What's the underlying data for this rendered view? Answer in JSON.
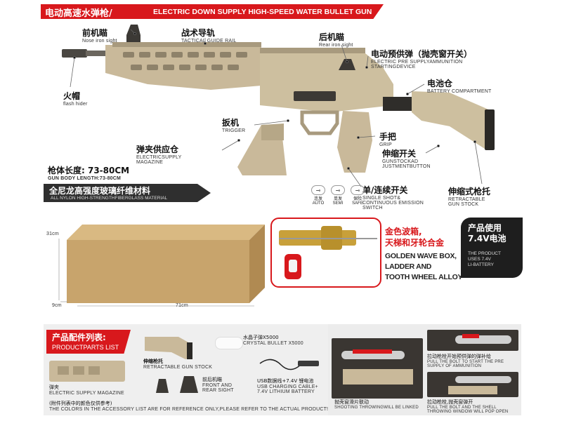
{
  "header": {
    "title_cn": "电动高速水弹枪/",
    "title_en": "ELECTRIC DOWN SUPPLY HIGH-SPEED WATER BULLET GUN"
  },
  "labels": {
    "front_sight": {
      "cn": "前机瞄",
      "en": "Nose iron sight"
    },
    "rail": {
      "cn": "战术导轨",
      "en": "TACTICAL GUIDE RAIL"
    },
    "rear_sight": {
      "cn": "后机瞄",
      "en": "Rear iron sight"
    },
    "pre_supply": {
      "cn": "电动预供弹（抛壳窗开关）",
      "en1": "ELECTRIC PRE SUPPLYAMMUNITION",
      "en2": "STARTINGDEVICE"
    },
    "flash_hider": {
      "cn": "火帽",
      "en": "flash hider"
    },
    "battery_comp": {
      "cn": "电池仓",
      "en": "BATTERY COMPARTMENT"
    },
    "trigger": {
      "cn": "扳机",
      "en": "TRIGGER"
    },
    "grip": {
      "cn": "手把",
      "en": "GRIP"
    },
    "magazine": {
      "cn": "弹夹供应仓",
      "en1": "ELECTRICSUPPLY",
      "en2": "MAGAZINE"
    },
    "stock_button": {
      "cn": "伸缩开关",
      "en1": "GUNSTOCKAD",
      "en2": "JUSTMENTBUTTON"
    },
    "body_length": {
      "cn": "枪体长度: 73-80CM",
      "en": "GUN BODY LENGTH:73-80CM"
    },
    "fire_switch": {
      "cn": "单/连续开关",
      "en1": "SINGLE SHOT&",
      "en2": "CONTINUOUS EMISSION",
      "en3": "SWITCH"
    },
    "retract_stock": {
      "cn": "伸缩式枪托",
      "en1": "RETRACTABLE",
      "en2": "GUN STOCK"
    }
  },
  "modes": [
    {
      "cn": "连发",
      "en": "AUTO"
    },
    {
      "cn": "单发",
      "en": "SEMI"
    },
    {
      "cn": "保险",
      "en": "SAFE"
    }
  ],
  "material": {
    "cn": "全尼龙高强度玻璃纤维材料",
    "en": "ALL NYLON HIGH-STRENGTHFIBERGLASS MATERIAL"
  },
  "box_dims": {
    "height": "31cm",
    "depth": "9cm",
    "length": "71cm"
  },
  "gearbox": {
    "cn1": "金色波箱,",
    "cn2": "天梯和牙轮合金",
    "en1": "GOLDEN WAVE BOX,",
    "en2": "LADDER AND",
    "en3": "TOOTH WHEEL ALLOY"
  },
  "battery": {
    "cn1": "产品使用",
    "cn2": "7.4V电池",
    "en1": "THE PRODUCT",
    "en2": "USES 7.4V",
    "en3": "LI-BATTERY"
  },
  "parts": {
    "title_cn": "产品配件列表:",
    "title_en": "PRODUCTPARTS LIST",
    "items": [
      {
        "cn": "伸缩枪托",
        "en": "RETRACTABLE GUN STOCK"
      },
      {
        "cn": "水晶子弹X5000",
        "en": "CRYSTAL BULLET X5000"
      },
      {
        "cn": "弹夹",
        "en": "ELECTRIC SUPPLY MAGAZINE"
      },
      {
        "cn": "前后机瞄",
        "en1": "FRONT AND",
        "en2": "REAR SIGHT"
      },
      {
        "cn": "USB数据线+7.4V 锂电池",
        "en1": "USB CHARGING CABLE+",
        "en2": "7.4V LITHIUM BATTERY"
      }
    ],
    "note_cn": "(附件列表中的颜色仅供参考)",
    "note_en": "THE COLORS IN THE ACCESSORY LIST ARE FOR REFERENCE ONLY,PLEASE REFER TO THE ACTUAL PRODUCT!"
  },
  "ops": [
    {
      "cn": "抛壳窗滑片联动",
      "en": "SHOOTING THROWINGWILL BE LINKED"
    },
    {
      "cn": "拉动枪栓开始预供弹的弹补给",
      "en1": "PULL THE BOLT TO START THE PRE",
      "en2": "SUPPLY OF AMMUNITION"
    },
    {
      "cn": "拉动枪栓,抛壳窗弹开",
      "en1": "PULL THE BOLT AND THE SHELL",
      "en2": "THROWING WINDOW WILL POP OPEN"
    }
  ],
  "colors": {
    "accent": "#d8181c",
    "tan": "#c9b99a",
    "dark": "#2f2f2f",
    "box": "#c8a46c"
  }
}
